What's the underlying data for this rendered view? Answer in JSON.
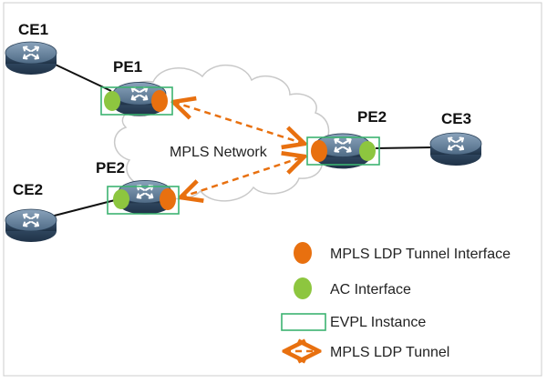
{
  "nodes": {
    "ce1": "CE1",
    "ce2": "CE2",
    "ce3": "CE3",
    "pe1": "PE1",
    "pe2_lower": "PE2",
    "pe2_right": "PE2"
  },
  "cloud_label": "MPLS Network",
  "legend": {
    "tunnel_interface": "MPLS LDP Tunnel Interface",
    "ac_interface": "AC Interface",
    "evpl_instance": "EVPL Instance",
    "ldp_tunnel": "MPLS LDP Tunnel"
  },
  "colors": {
    "tunnel_interface": "#e8700f",
    "ac_interface": "#8dc63f",
    "evpl_box": "#3cb371",
    "tunnel_line": "#e8700f",
    "router_body": "#44607a"
  }
}
